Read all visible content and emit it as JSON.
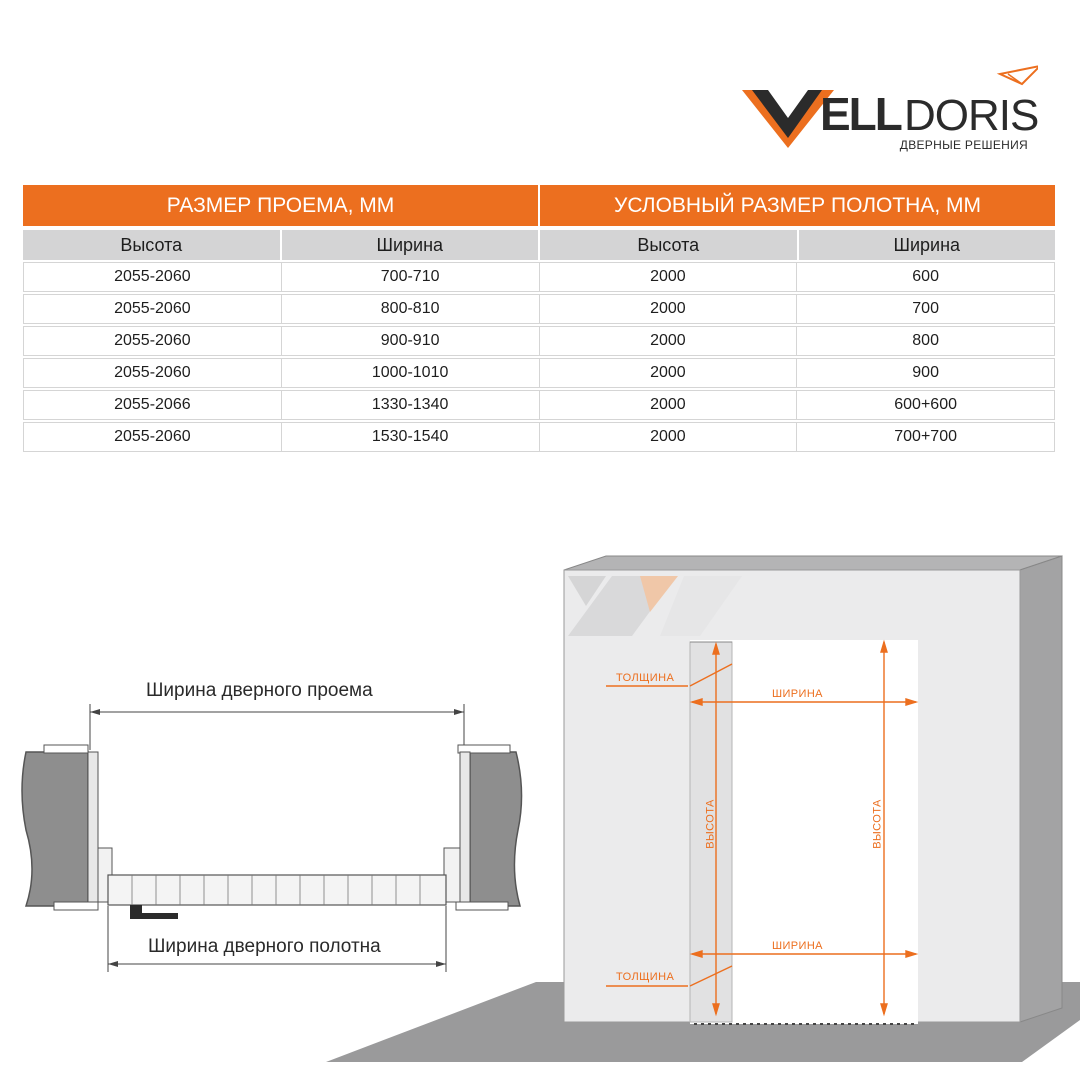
{
  "brand": {
    "logo_text": "VELLDORIS",
    "tagline": "ДВЕРНЫЕ РЕШЕНИЯ",
    "accent_color": "#ec6f1f"
  },
  "table": {
    "group_headers": [
      "РАЗМЕР ПРОЕМА, ММ",
      "УСЛОВНЫЙ РАЗМЕР ПОЛОТНА, ММ"
    ],
    "columns": [
      "Высота",
      "Ширина",
      "Высота",
      "Ширина"
    ],
    "rows": [
      [
        "2055-2060",
        "700-710",
        "2000",
        "600"
      ],
      [
        "2055-2060",
        "800-810",
        "2000",
        "700"
      ],
      [
        "2055-2060",
        "900-910",
        "2000",
        "800"
      ],
      [
        "2055-2060",
        "1000-1010",
        "2000",
        "900"
      ],
      [
        "2055-2066",
        "1330-1340",
        "2000",
        "600+600"
      ],
      [
        "2055-2060",
        "1530-1540",
        "2000",
        "700+700"
      ]
    ]
  },
  "plan_diagram": {
    "opening_width_label": "Ширина дверного проема",
    "leaf_width_label": "Ширина дверного полотна"
  },
  "perspective_diagram": {
    "thickness_label": "ТОЛЩИНА",
    "width_label": "ШИРИНА",
    "height_label": "ВЫСОТА"
  }
}
